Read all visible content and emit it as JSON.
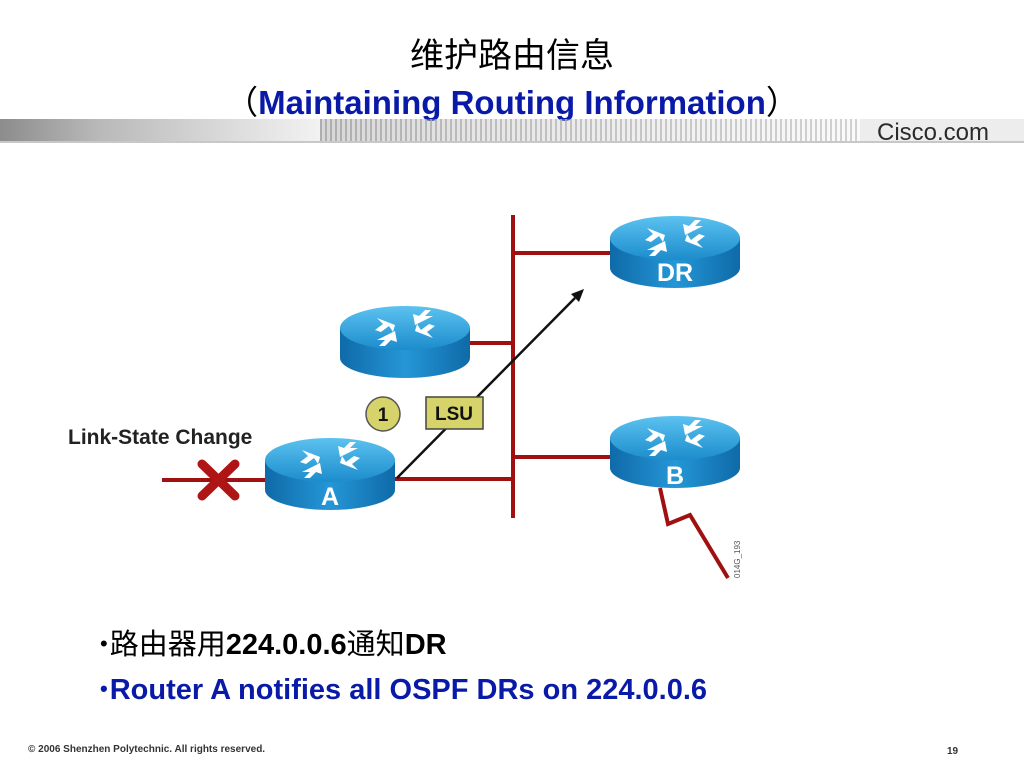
{
  "title": {
    "cn": "维护路由信息",
    "en_open": "（",
    "en": "Maintaining Routing Information",
    "en_close": "）"
  },
  "logo": "Cisco.com",
  "diagram": {
    "link_state_label": "Link-State Change",
    "router_a_label": "A",
    "router_b_label": "B",
    "router_dr_label": "DR",
    "step_number": "1",
    "lsu_label": "LSU",
    "figure_code": "014G_193"
  },
  "bullets": {
    "line1_prefix": "路由器用",
    "line1_ip": "224.0.0.6",
    "line1_mid": "通知",
    "line1_suffix": "DR",
    "line2": "Router A notifies all OSPF DRs on 224.0.0.6"
  },
  "footer": {
    "copyright": "© 2006 Shenzhen Polytechnic. All rights reserved.",
    "page_number": "19"
  },
  "colors": {
    "title_blue": "#0a1aa8",
    "router_blue": "#1e8fcf",
    "link_red": "#a01010",
    "lsu_fill": "#d6d36a",
    "bar_grey": "#9a9a9a"
  }
}
